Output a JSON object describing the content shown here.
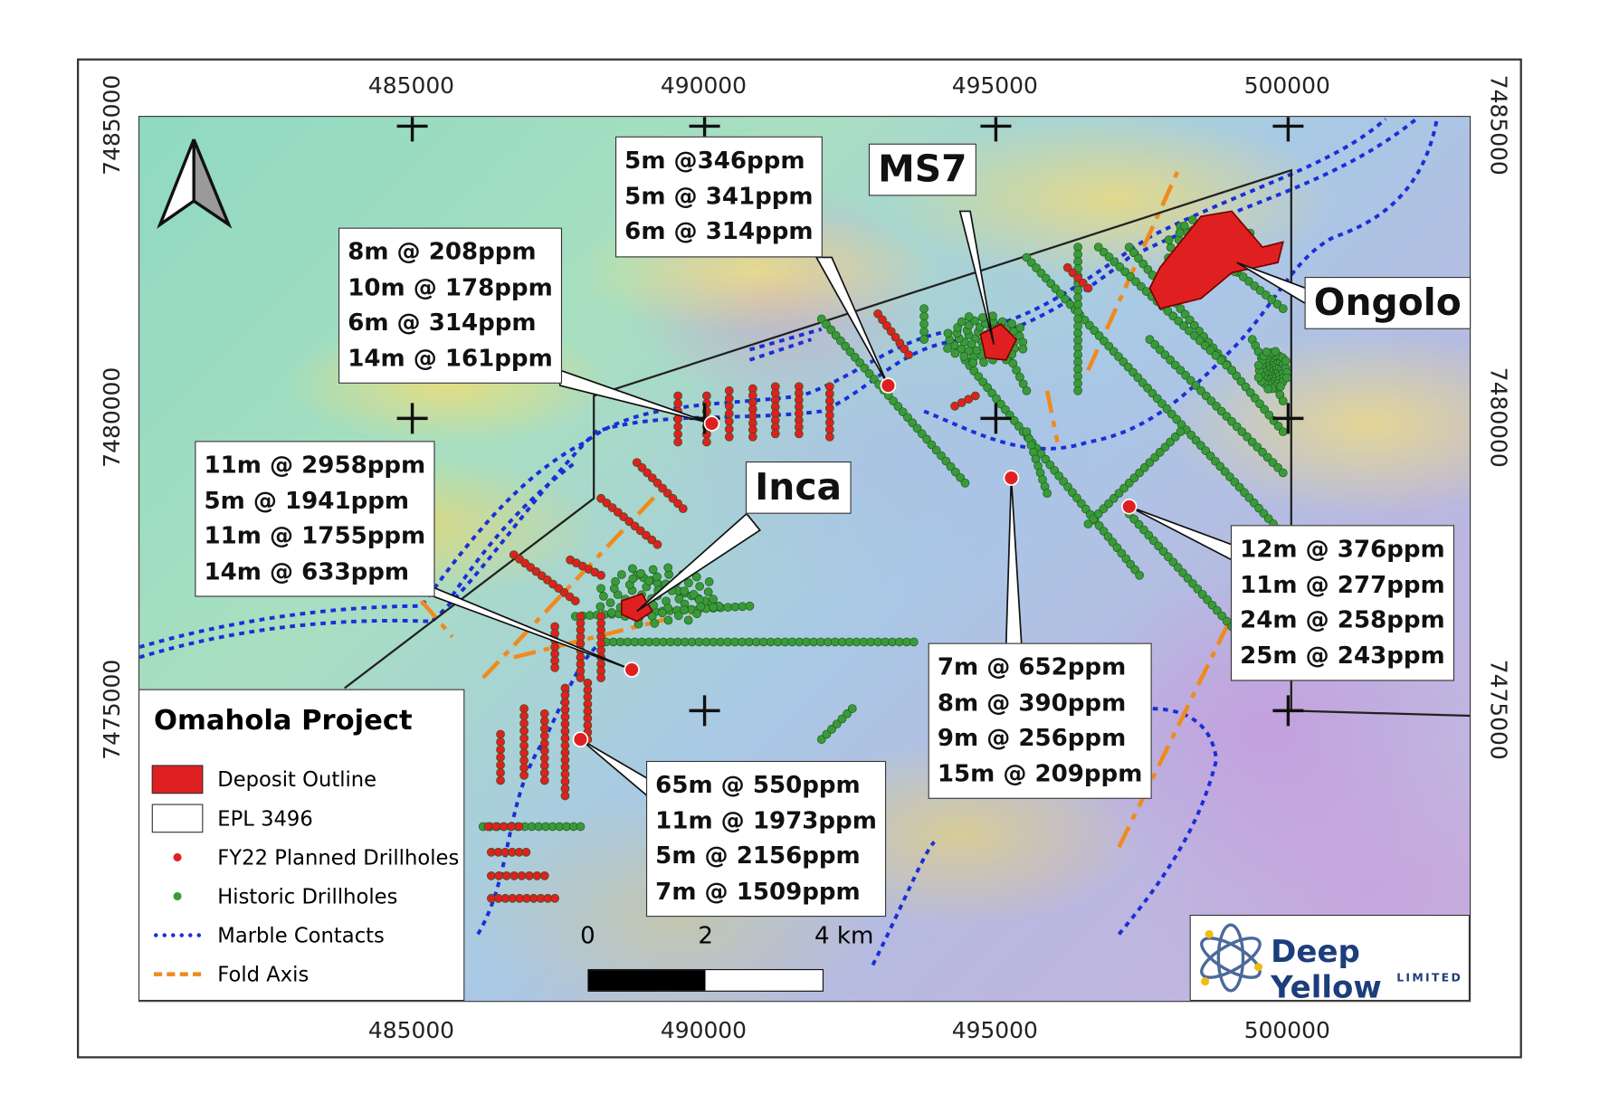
{
  "title": "Omahola Project",
  "axes": {
    "easting": [
      "485000",
      "490000",
      "495000",
      "500000"
    ],
    "northing": [
      "7485000",
      "7480000",
      "7475000"
    ]
  },
  "deposits": {
    "ms7": "MS7",
    "ongolo": "Ongolo",
    "inca": "Inca"
  },
  "intercepts": {
    "c1": [
      "5m @346ppm",
      "5m @ 341ppm",
      "6m @ 314ppm"
    ],
    "c2": [
      "8m @ 208ppm",
      "10m @ 178ppm",
      "6m @ 314ppm",
      "14m @ 161ppm"
    ],
    "c3": [
      "11m @ 2958ppm",
      "5m @ 1941ppm",
      "11m @ 1755ppm",
      "14m @ 633ppm"
    ],
    "c4": [
      "65m @ 550ppm",
      "11m @ 1973ppm",
      "5m @ 2156ppm",
      "7m @ 1509ppm"
    ],
    "c5": [
      "7m @ 652ppm",
      "8m @ 390ppm",
      "9m @ 256ppm",
      "15m @ 209ppm"
    ],
    "c6": [
      "12m @ 376ppm",
      "11m @ 277ppm",
      "24m @ 258ppm",
      "25m @ 243ppm"
    ]
  },
  "legend": {
    "title": "Omahola Project",
    "items": [
      "Deposit Outline",
      "EPL 3496",
      "FY22 Planned Drillholes",
      "Historic Drillholes",
      "Marble Contacts",
      "Fold Axis"
    ]
  },
  "scale_bar": {
    "labels": [
      "0",
      "2",
      "4 km"
    ]
  },
  "logo": {
    "name": "Deep Yellow",
    "sub": "LIMITED"
  },
  "colors": {
    "deposit": "#e02020",
    "historic": "#3a9a3a",
    "marble": "#1a2fd8",
    "fold": "#f08a1c",
    "epl": "#222222",
    "logo": "#1d3e7c"
  }
}
